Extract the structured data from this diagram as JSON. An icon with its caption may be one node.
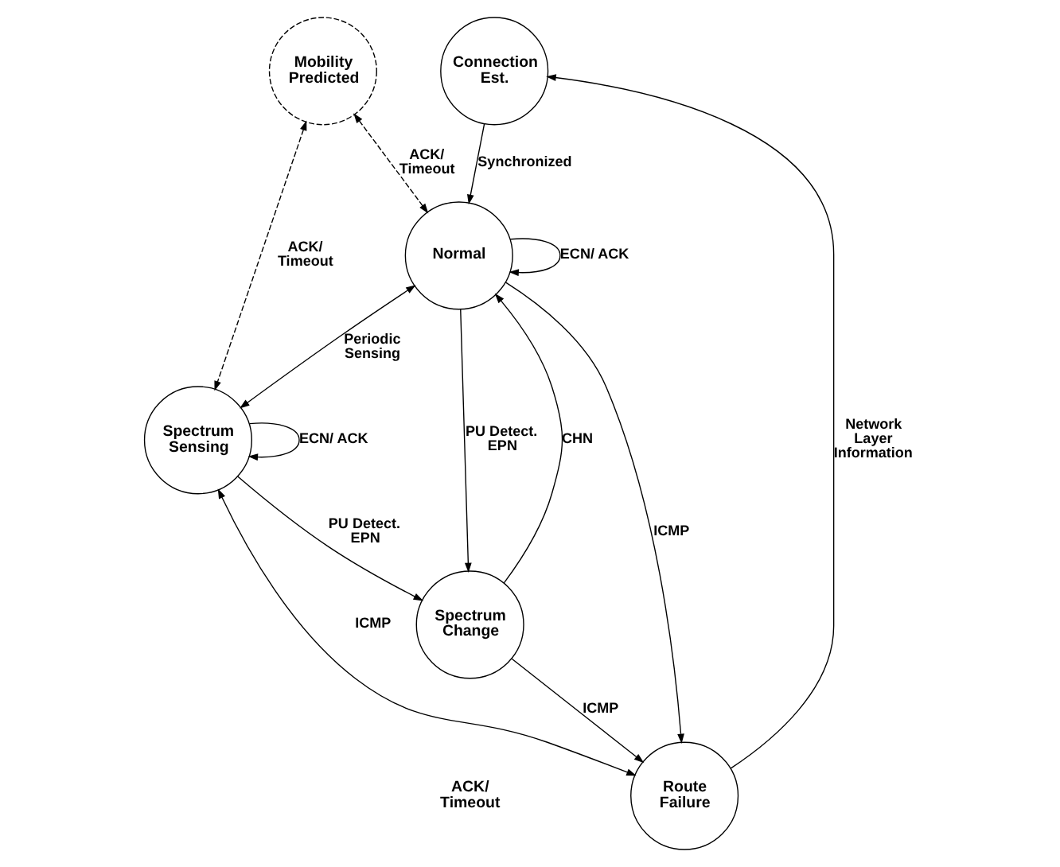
{
  "diagram": {
    "nodes": [
      {
        "text": [
          "Mobility Predicted"
        ]
      },
      {
        "text": [
          "Connection Est."
        ]
      },
      {
        "text": [
          "Normal"
        ]
      },
      {
        "text": [
          "Spectrum Sensing"
        ]
      },
      {
        "text": [
          "Spectrum Change"
        ]
      },
      {
        "text": [
          "Route Failure"
        ]
      }
    ],
    "edges": [
      {
        "from": 0,
        "to": 2,
        "arrow": "both",
        "style": "dashed",
        "label": "ACK/ Timeout"
      },
      {
        "from": 0,
        "to": 3,
        "arrow": "both",
        "style": "dashed",
        "label": "ACK/ Timeout"
      },
      {
        "from": 1,
        "to": 2,
        "arrow": "to",
        "label": "Synchronized"
      },
      {
        "from": 5,
        "to": 1,
        "arrow": "to",
        "label": "Network Layer Information"
      },
      {
        "from": 2,
        "to": 3,
        "arrow": "both",
        "label": "Periodic Sensing"
      },
      {
        "from": 2,
        "to": 2,
        "arrow": "to",
        "label": "ECN/ ACK"
      },
      {
        "from": 2,
        "to": 5,
        "arrow": "to",
        "label": "ICMP"
      },
      {
        "from": 3,
        "to": 3,
        "arrow": "to",
        "label": "ECN/ ACK"
      },
      {
        "from": 2,
        "to": 4,
        "arrow": "to",
        "label": "PU Detect. EPN"
      },
      {
        "from": 4,
        "to": 2,
        "arrow": "to",
        "label": "CHN"
      },
      {
        "from": 3,
        "to": 4,
        "arrow": "to",
        "label": "PU Detect. EPN"
      },
      {
        "from": 4,
        "to": 5,
        "arrow": "to",
        "label": "ICMP"
      },
      {
        "from": 3,
        "to": 5,
        "arrow": "both",
        "label": "ICMP"
      }
    ],
    "labels": [
      "ACK/ Timeout"
    ]
  }
}
